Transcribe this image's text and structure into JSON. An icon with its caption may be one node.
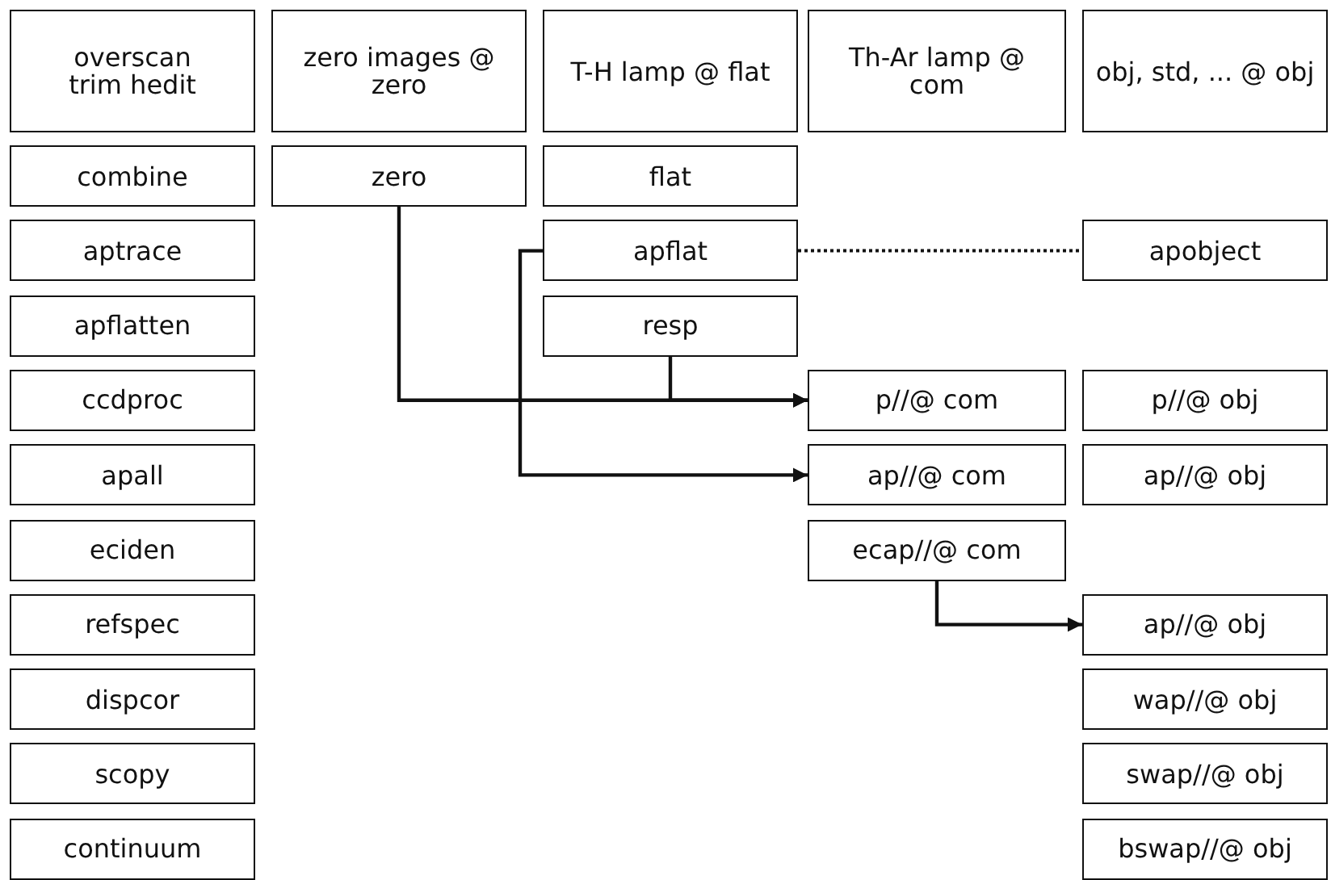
{
  "diagram": {
    "nodes": [
      {
        "text": [
          "overscan trim hedit"
        ]
      },
      {
        "text": [
          "zero images @ zero"
        ]
      },
      {
        "text": [
          "T-H lamp @ flat"
        ]
      },
      {
        "text": [
          "Th-Ar lamp @ com"
        ]
      },
      {
        "text": [
          "obj, std, ... @ obj"
        ]
      },
      {
        "text": [
          "combine"
        ]
      },
      {
        "text": [
          "zero"
        ]
      },
      {
        "text": [
          "flat"
        ]
      },
      {
        "text": [
          "aptrace"
        ]
      },
      {
        "text": [
          "apflat"
        ]
      },
      {
        "text": [
          "apobject"
        ]
      },
      {
        "text": [
          "apflatten"
        ]
      },
      {
        "text": [
          "resp"
        ]
      },
      {
        "text": [
          "ccdproc"
        ]
      },
      {
        "text": [
          "p//@ com"
        ]
      },
      {
        "text": [
          "p//@ obj"
        ]
      },
      {
        "text": [
          "apall"
        ]
      },
      {
        "text": [
          "ap//@ com"
        ]
      },
      {
        "text": [
          "ap//@ obj"
        ]
      },
      {
        "text": [
          "eciden"
        ]
      },
      {
        "text": [
          "ecap//@ com"
        ]
      },
      {
        "text": [
          "refspec"
        ]
      },
      {
        "text": [
          "ap//@ obj"
        ]
      },
      {
        "text": [
          "dispcor"
        ]
      },
      {
        "text": [
          "wap//@ obj"
        ]
      },
      {
        "text": [
          "scopy"
        ]
      },
      {
        "text": [
          "swap//@ obj"
        ]
      },
      {
        "text": [
          "continuum"
        ]
      },
      {
        "text": [
          "bswap//@ obj"
        ]
      }
    ],
    "edges": [
      {
        "from": 6,
        "to": 14,
        "arrow": "to"
      },
      {
        "from": 12,
        "to": 14,
        "arrow": "to"
      },
      {
        "from": 9,
        "to": 17,
        "arrow": "to"
      },
      {
        "from": 9,
        "to": 10,
        "arrow": "none",
        "style": "dashed"
      },
      {
        "from": 20,
        "to": 22,
        "arrow": "to"
      }
    ]
  }
}
